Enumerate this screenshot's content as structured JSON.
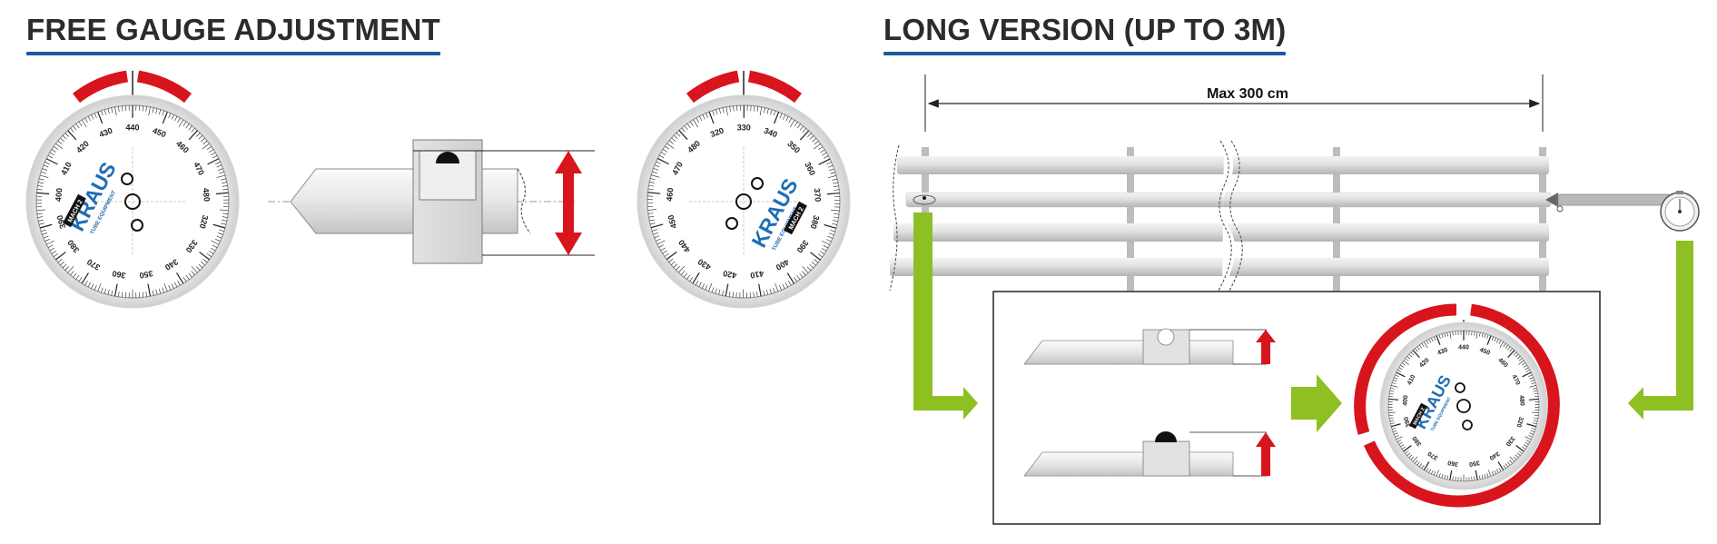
{
  "sections": {
    "left_title": "FREE GAUGE ADJUSTMENT",
    "right_title": "LONG VERSION (UP TO 3M)"
  },
  "dimension": {
    "label": "Max 300 cm"
  },
  "gauge": {
    "brand_logo": "KRAUS",
    "brand_tagline": "TUBE EQUIPMENT",
    "model_badge": "MACH 2",
    "dial_a_labels": [
      "440",
      "450",
      "460",
      "470",
      "480",
      "320",
      "330",
      "340",
      "350",
      "360",
      "370",
      "380",
      "390",
      "400",
      "410",
      "420",
      "430"
    ],
    "dial_b_labels": [
      "320",
      "330",
      "340",
      "350",
      "360",
      "370",
      "380",
      "390",
      "400",
      "410",
      "420",
      "430",
      "440",
      "450",
      "460",
      "470",
      "480"
    ]
  },
  "icons": {
    "red_arrow": "double-headed-red-arrow",
    "green_arrow": "green-bent-arrow",
    "dial_indicator": "dial-gauge-icon"
  },
  "colors": {
    "accent_blue": "#1d5a9c",
    "red": "#d8141d",
    "green": "#8ebf23",
    "brand_blue": "#1f6db5"
  }
}
